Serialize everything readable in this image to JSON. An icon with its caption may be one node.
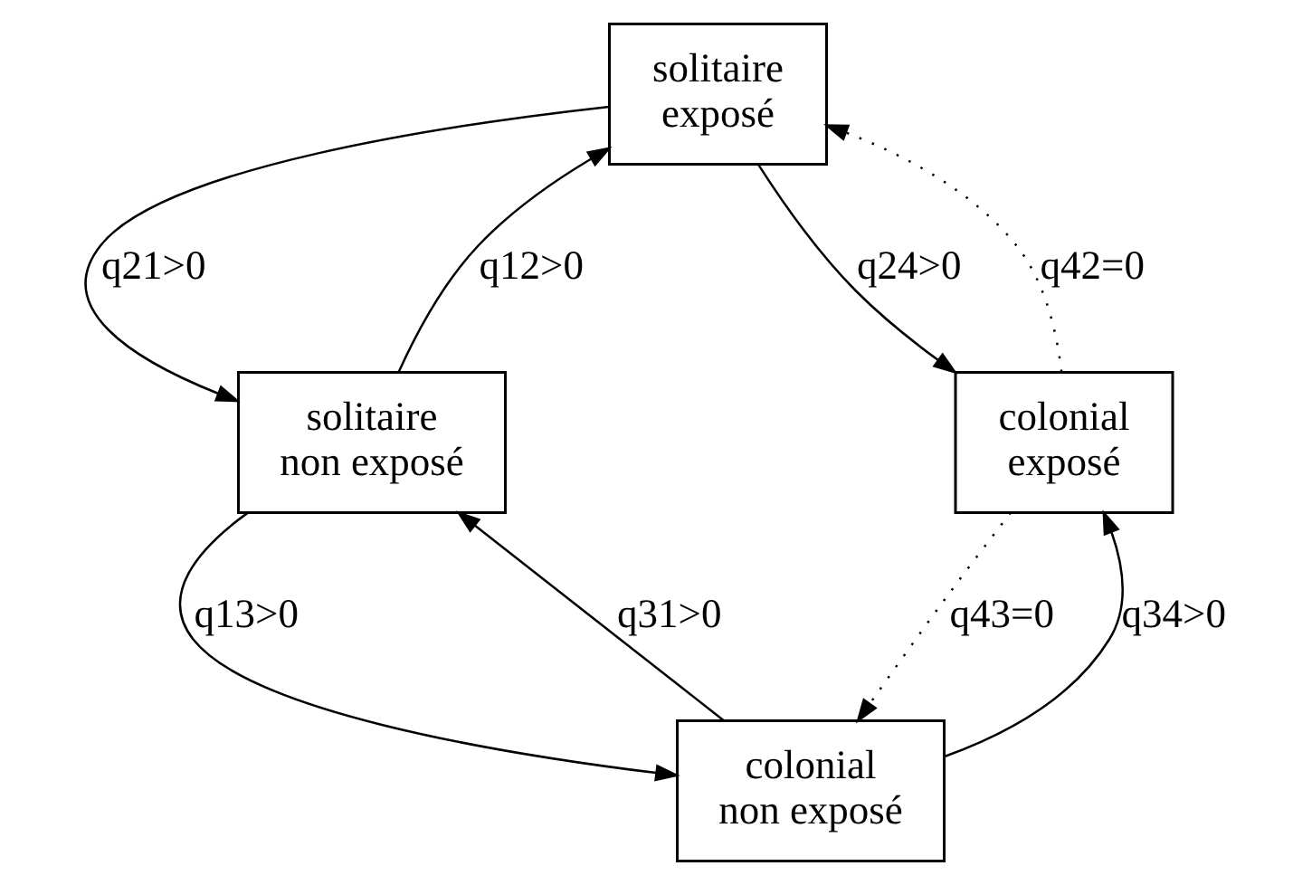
{
  "diagram": {
    "nodes": [
      {
        "text": [
          "solitaire exposé"
        ]
      },
      {
        "text": [
          "solitaire non exposé"
        ]
      },
      {
        "text": [
          "colonial exposé"
        ]
      },
      {
        "text": [
          "colonial non exposé"
        ]
      }
    ],
    "edges": [
      {
        "from": 0,
        "to": 1,
        "arrow": "to",
        "label": "q21>0"
      },
      {
        "from": 1,
        "to": 0,
        "arrow": "to",
        "label": "q12>0"
      },
      {
        "from": 0,
        "to": 2,
        "arrow": "to",
        "label": "q24>0"
      },
      {
        "from": 2,
        "to": 0,
        "arrow": "to",
        "label": "q42=0",
        "style": "dashed"
      },
      {
        "from": 1,
        "to": 3,
        "arrow": "to",
        "label": "q13>0"
      },
      {
        "from": 3,
        "to": 1,
        "arrow": "to",
        "label": "q31>0"
      },
      {
        "from": 2,
        "to": 3,
        "arrow": "to",
        "label": "q43=0",
        "style": "dashed"
      },
      {
        "from": 3,
        "to": 2,
        "arrow": "to",
        "label": "q34>0"
      }
    ]
  }
}
